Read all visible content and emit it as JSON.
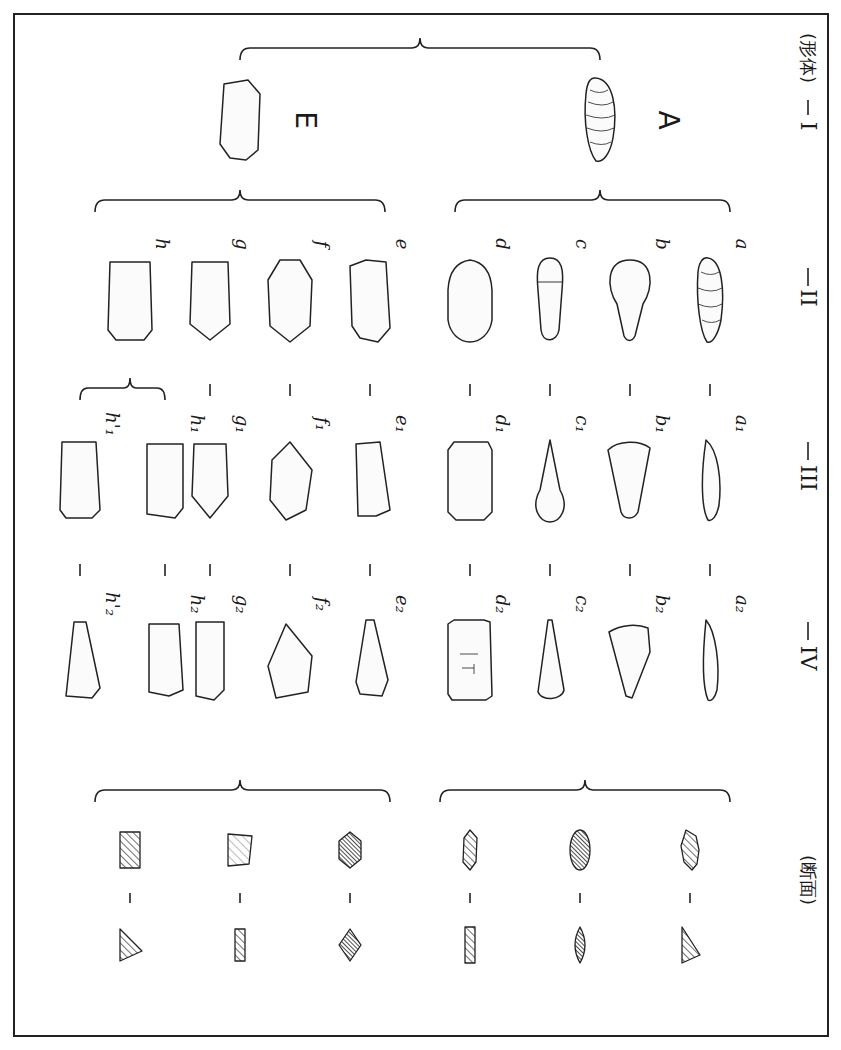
{
  "diagram": {
    "labels": [
      "(形体)",
      "I",
      "A",
      "E",
      "II",
      "III",
      "IV",
      "a",
      "a₁",
      "a₂",
      "b",
      "b₁",
      "b₂",
      "c",
      "c₁",
      "c₂",
      "d",
      "d₁",
      "d₂",
      "e",
      "e₁",
      "e₂",
      "f",
      "f₁",
      "f₂",
      "g",
      "g₁",
      "g₂",
      "h",
      "h₁",
      "h₂",
      "h'₁",
      "h'₂",
      "(断面)"
    ]
  }
}
